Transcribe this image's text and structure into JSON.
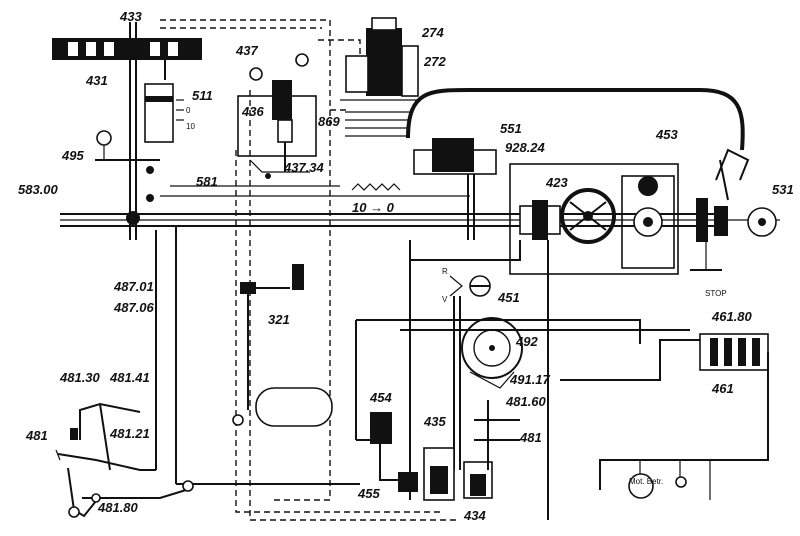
{
  "labels": {
    "l433": "433",
    "l274": "274",
    "l272": "272",
    "l437": "437",
    "l431": "431",
    "l511": "511",
    "l436": "436",
    "l869": "869",
    "l551": "551",
    "l453": "453",
    "l495": "495",
    "l92824": "928.24",
    "l43734": "437.34",
    "l58300": "583.00",
    "l581": "581",
    "l423": "423",
    "l531": "531",
    "l10to0": "10 → 0",
    "l321": "321",
    "l48701": "487.01",
    "l48706": "487.06",
    "l451": "451",
    "l46180": "461.80",
    "l492": "492",
    "l461": "461",
    "l48130": "481.30",
    "l48141": "481.41",
    "l49117": "491.17",
    "l48160": "481.60",
    "l454": "454",
    "l481a": "481",
    "l48121": "481.21",
    "l481b": "481",
    "l435": "435",
    "l455": "455",
    "l48180": "481.80",
    "l434": "434"
  },
  "small_marks": {
    "stop": "STOP",
    "scale0": "0",
    "scale10": "10",
    "r": "R",
    "v": "V",
    "gauge": "Mot. Betr."
  }
}
